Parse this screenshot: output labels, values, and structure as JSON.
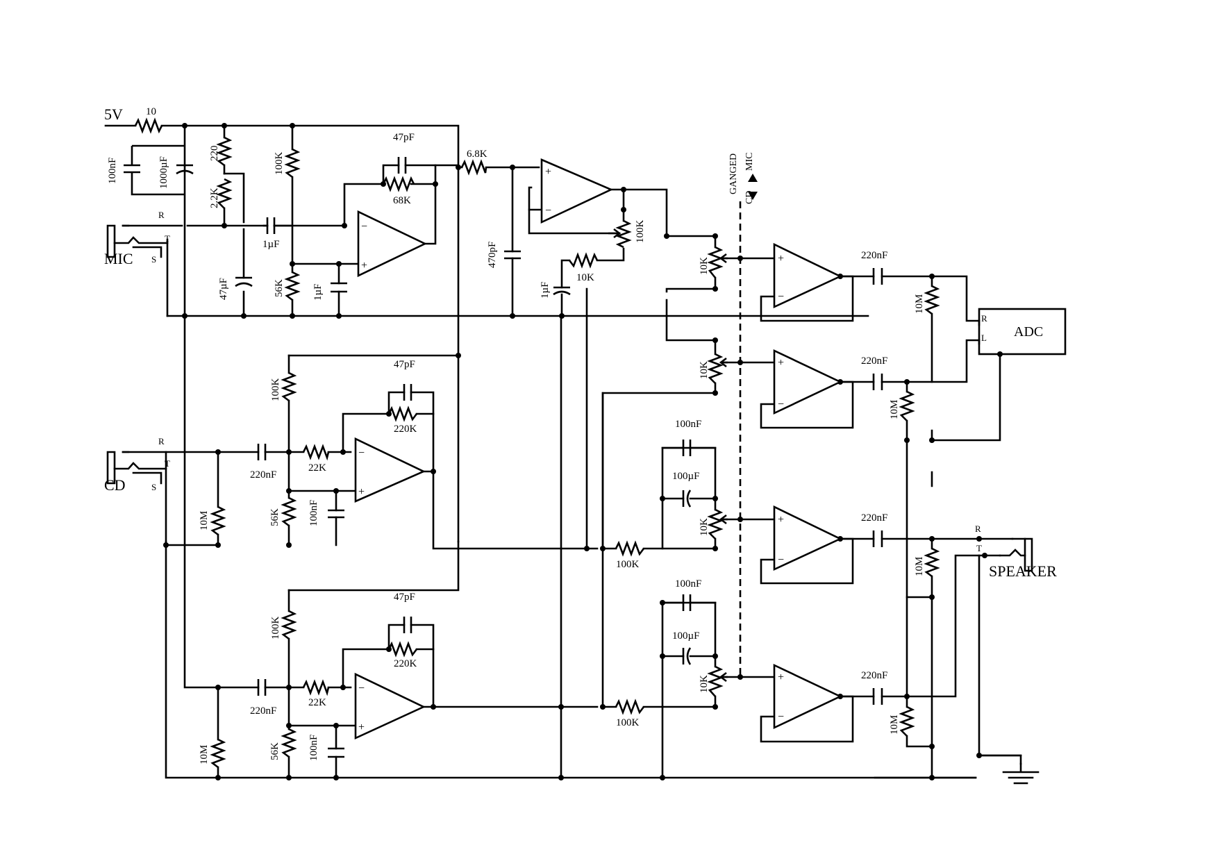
{
  "supply": {
    "voltage": "5V",
    "series_resistor": "10"
  },
  "power_filter": {
    "cap_small": "100nF",
    "cap_large": "1000µF"
  },
  "inputs": {
    "mic_jack": "MIC",
    "cd_jack": "CD",
    "jack_pins": {
      "ring": "R",
      "tip": "T",
      "sleeve": "S"
    }
  },
  "mic_preamp": {
    "r_top": "220",
    "r_bias": "2.2K",
    "c_decouple": "47µF",
    "c_in": "1µF",
    "r_div_top": "100K",
    "r_div_bot": "56K",
    "c_bias": "1µF",
    "c_fb": "47pF",
    "r_fb": "68K"
  },
  "mic_stage2": {
    "r_in": "6.8K",
    "c_filter": "470pF",
    "pot": "100K",
    "r_ser": "10K",
    "c_in": "1µF"
  },
  "cd_preamp_r": {
    "r_div_top": "100K",
    "c_in": "220nF",
    "r_in": "22K",
    "r_fb": "220K",
    "c_fb": "47pF",
    "r_bias": "56K",
    "c_bias": "100nF",
    "r_load": "10M"
  },
  "cd_preamp_l": {
    "r_div_top": "100K",
    "c_in": "220nF",
    "r_in": "22K",
    "r_fb": "220K",
    "c_fb": "47pF",
    "r_bias": "56K",
    "c_bias": "100nF",
    "r_load": "10M"
  },
  "mixer": {
    "r_sum": "100K",
    "c_small": "100nF",
    "c_large": "100µF",
    "pot": "10K",
    "ganged_label": "GANGED",
    "cd_label": "CD",
    "mic_label": "MIC"
  },
  "output_buffers": {
    "c_out": "220nF",
    "r_load": "10M"
  },
  "adc": {
    "label": "ADC",
    "pin_r": "R",
    "pin_l": "L"
  },
  "speaker": {
    "label": "SPEAKER",
    "pin_r": "R",
    "pin_t": "T"
  },
  "opamp_pins": {
    "plus": "+",
    "minus": "−"
  }
}
